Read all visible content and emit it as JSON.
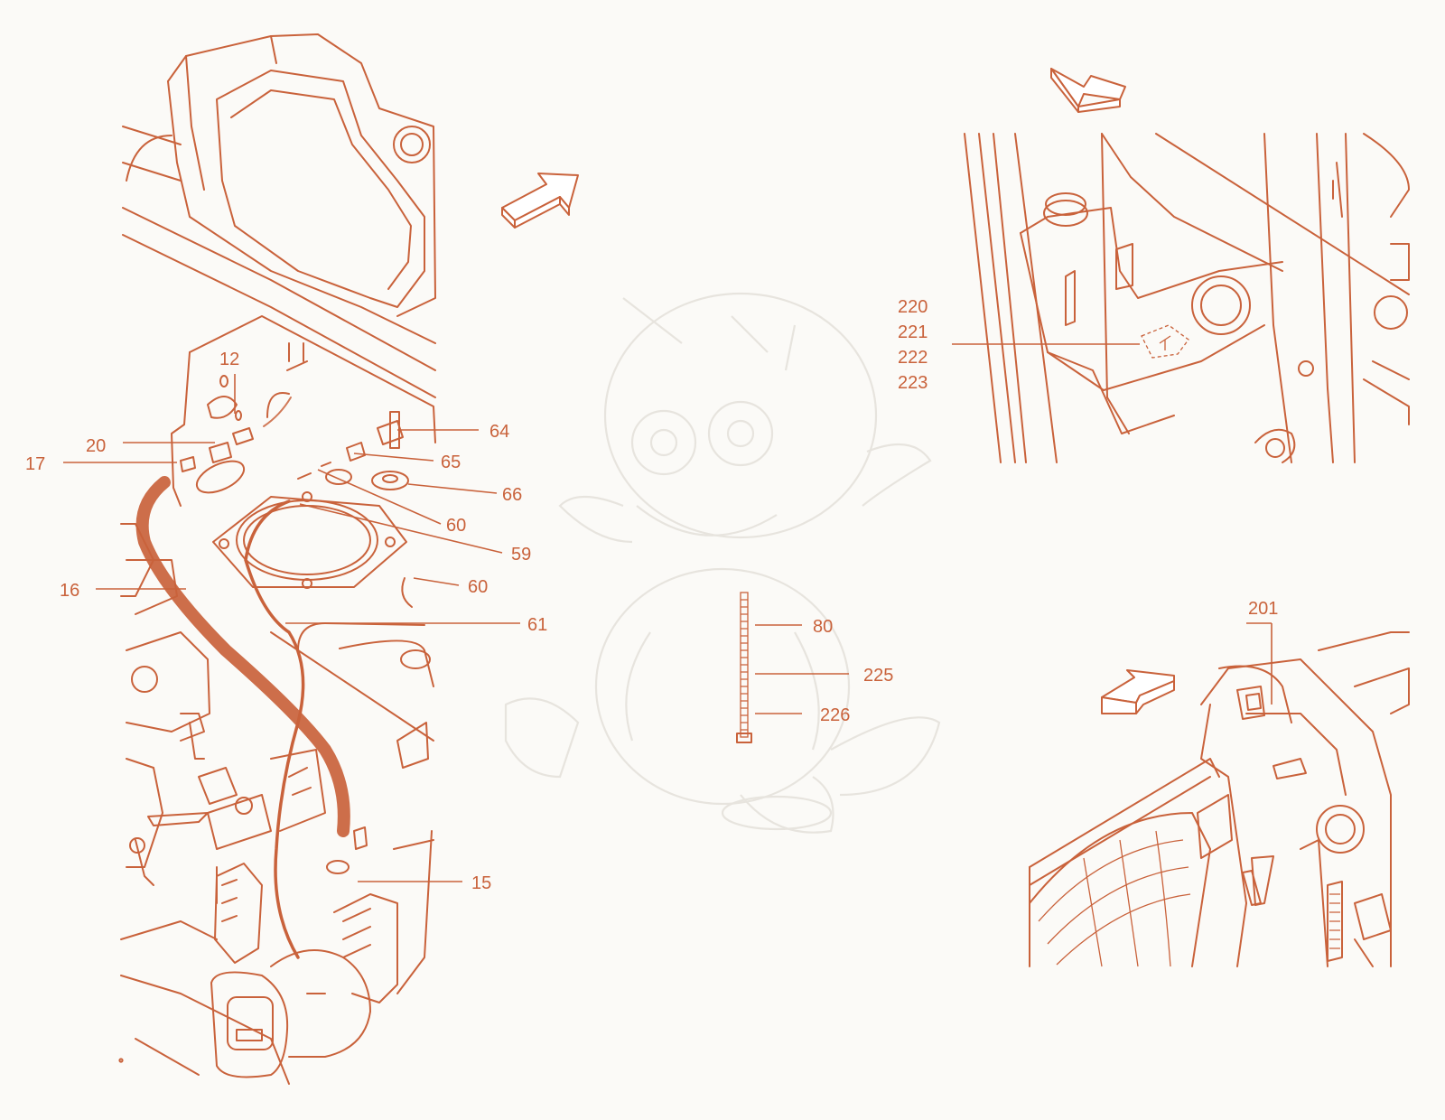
{
  "colors": {
    "line": "#c9623b",
    "background": "#fbfaf7",
    "watermark": "#e7e4de"
  },
  "callouts": {
    "c12": "12",
    "c20": "20",
    "c17": "17",
    "c64": "64",
    "c65": "65",
    "c66": "66",
    "c60a": "60",
    "c59": "59",
    "c60b": "60",
    "c16": "16",
    "c61": "61",
    "c15": "15",
    "c80": "80",
    "c225": "225",
    "c226": "226",
    "c220": "220",
    "c221": "221",
    "c222": "222",
    "c223": "223",
    "c201": "201"
  },
  "icons": {
    "view_arrow_left_panel": "view-direction-arrow-icon",
    "view_arrow_top_right": "view-direction-arrow-icon",
    "view_arrow_bottom_right": "view-direction-arrow-icon",
    "watermark": "baby-dragon-watermark"
  }
}
